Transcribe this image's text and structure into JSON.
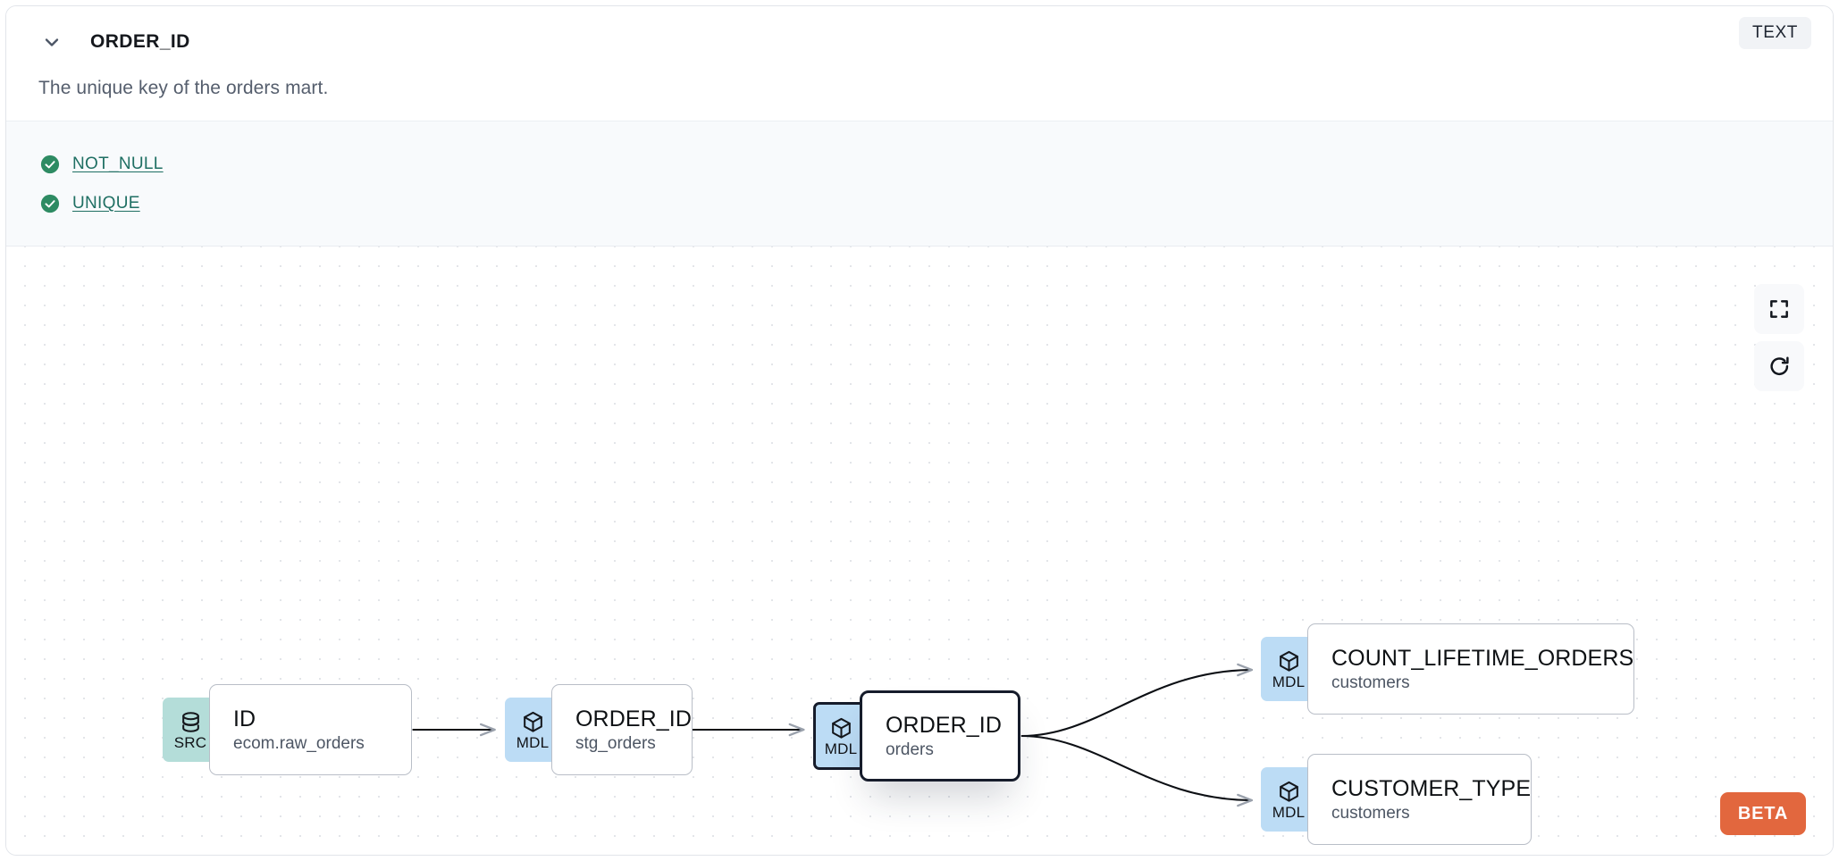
{
  "header": {
    "chevron_icon": "chevron-down-icon",
    "title": "ORDER_ID",
    "type_badge": "TEXT",
    "description": "The unique key of the orders mart."
  },
  "tests": {
    "items": [
      {
        "label": "NOT_NULL",
        "status": "passed",
        "icon": "check-circle-icon"
      },
      {
        "label": "UNIQUE",
        "status": "passed",
        "icon": "check-circle-icon"
      }
    ]
  },
  "graph": {
    "controls": [
      {
        "name": "fullscreen",
        "icon": "fullscreen-icon"
      },
      {
        "name": "refresh",
        "icon": "refresh-icon"
      }
    ],
    "beta_label": "BETA",
    "nodes": [
      {
        "id": "src",
        "badge": "SRC",
        "badge_icon": "database-icon",
        "name": "ID",
        "sub": "ecom.raw_orders",
        "selected": false
      },
      {
        "id": "stg",
        "badge": "MDL",
        "badge_icon": "cube-icon",
        "name": "ORDER_ID",
        "sub": "stg_orders",
        "selected": false
      },
      {
        "id": "selected",
        "badge": "MDL",
        "badge_icon": "cube-icon",
        "name": "ORDER_ID",
        "sub": "orders",
        "selected": true
      },
      {
        "id": "count",
        "badge": "MDL",
        "badge_icon": "cube-icon",
        "name": "COUNT_LIFETIME_ORDERS",
        "sub": "customers",
        "selected": false
      },
      {
        "id": "custtype",
        "badge": "MDL",
        "badge_icon": "cube-icon",
        "name": "CUSTOMER_TYPE",
        "sub": "customers",
        "selected": false
      }
    ],
    "edges": [
      {
        "from": "src",
        "to": "stg"
      },
      {
        "from": "stg",
        "to": "selected"
      },
      {
        "from": "selected",
        "to": "count"
      },
      {
        "from": "selected",
        "to": "custtype"
      }
    ]
  },
  "colors": {
    "src_badge": "#b4ddd9",
    "mdl_badge": "#bcdcf5",
    "beta": "#e2673e",
    "test_pass": "#2e8b63",
    "test_link": "#1f6f63",
    "selected_border": "#161c2b"
  }
}
